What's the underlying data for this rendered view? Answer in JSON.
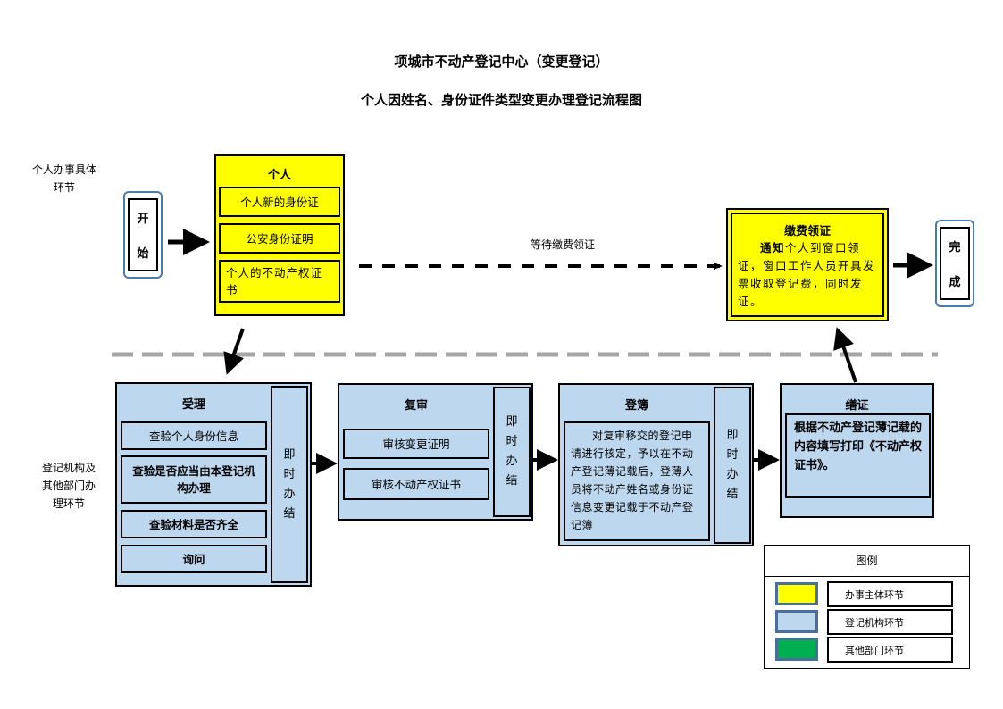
{
  "title": {
    "line1": "项城市不动产登记中心（变更登记）",
    "line2": "个人因姓名、身份证件类型变更办理登记流程图"
  },
  "lanes": {
    "top": "个人办事具体环节",
    "bottom": "登记机构及其他部门办理环节"
  },
  "start": {
    "char1": "开",
    "char2": "始"
  },
  "finish": {
    "char1": "完",
    "char2": "成"
  },
  "individual": {
    "title": "个人",
    "items": [
      "个人新的身份证",
      "公安身份证明",
      "个人的不动产权证书"
    ]
  },
  "wait_label": "等待缴费领证",
  "payment": {
    "title": "缴费领证",
    "lead": "通知",
    "text": "个人到窗口领证，窗口工作人员开具发票收取登记费，同时发证。"
  },
  "accept": {
    "title": "受理",
    "items": [
      "查验个人身份信息",
      "查验是否应当由本登记机构办理",
      "查验材料是否齐全",
      "询问"
    ],
    "side": [
      "即",
      "时",
      "办",
      "结"
    ]
  },
  "review": {
    "title": "复审",
    "items": [
      "审核变更证明",
      "审核不动产权证书"
    ],
    "side": [
      "即",
      "时",
      "办",
      "结"
    ]
  },
  "register": {
    "title": "登簿",
    "text": "对复审移交的登记申请进行核定，予以在不动产登记薄记载后，登薄人员将不动产姓名或身份证信息变更记载于不动产登记簿",
    "side": [
      "即",
      "时",
      "办",
      "结"
    ]
  },
  "certify": {
    "title": "缮证",
    "text": "根据不动产登记薄记载的内容填写打印《不动产权证书》。"
  },
  "legend": {
    "title": "图例",
    "items": [
      {
        "label": "办事主体环节",
        "color": "#ffff00"
      },
      {
        "label": "登记机构环节",
        "color": "#bdd7ee"
      },
      {
        "label": "其他部门环节",
        "color": "#00b050"
      }
    ]
  }
}
